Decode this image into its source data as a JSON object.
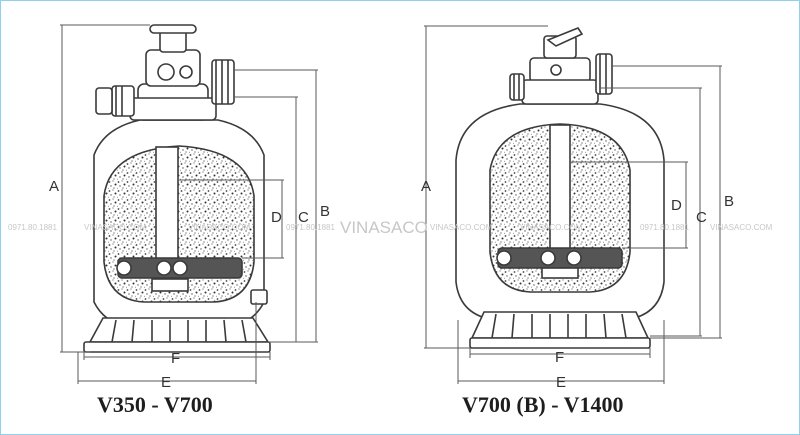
{
  "colors": {
    "line": "#3a3a3a",
    "dim": "#5a5a5a",
    "frame": "#8fd0ee",
    "watermark": "#c7c7c7",
    "media": "#d9d9d9"
  },
  "dimension_labels": {
    "a": "A",
    "b": "B",
    "c": "C",
    "d": "D",
    "e": "E",
    "f": "F"
  },
  "watermark": {
    "brand": "VINASACO",
    "phone": "0971.80.1881",
    "site": "VINASACO.COM"
  },
  "captions": {
    "left": "V350 - V700",
    "right": "V700 (B) - V1400"
  }
}
